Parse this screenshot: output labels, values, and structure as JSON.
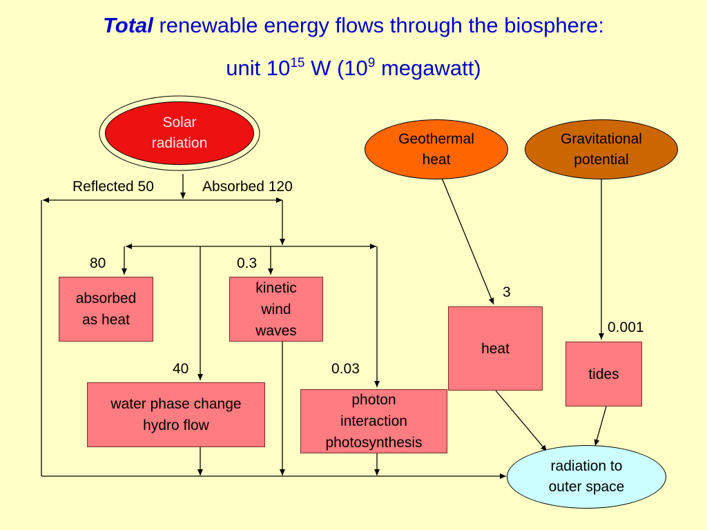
{
  "title": {
    "emphasis": "Total",
    "line1_rest": " renewable energy flows through the biosphere:",
    "unit_prefix": "unit 10",
    "unit_exp1": "15",
    "unit_mid": " W (10",
    "unit_exp2": "9",
    "unit_suffix": "  megawatt)"
  },
  "colors": {
    "background": "#ffffc6",
    "title": "#0000cc",
    "box_fill": "#ff7c80",
    "solar_fill": "#ee1111",
    "geothermal_fill": "#ff6600",
    "gravitational_fill": "#cc6600",
    "radiation_fill": "#ccffff"
  },
  "nodes": {
    "solar": "Solar\nradiation",
    "geothermal": "Geothermal\nheat",
    "gravitational": "Gravitational\npotential",
    "absorbed_heat": "absorbed\nas heat",
    "kinetic": "kinetic\nwind\nwaves",
    "water": "water phase change\nhydro flow",
    "photon": "photon\ninteraction\nphotosynthesis",
    "heat": "heat",
    "tides": "tides",
    "radiation": "radiation to\nouter space"
  },
  "flows": {
    "reflected": "Reflected 50",
    "absorbed": "Absorbed 120",
    "to_heat": "80",
    "to_kinetic": "0.3",
    "to_water": "40",
    "to_photon": "0.03",
    "geothermal": "3",
    "tidal": "0.001"
  }
}
